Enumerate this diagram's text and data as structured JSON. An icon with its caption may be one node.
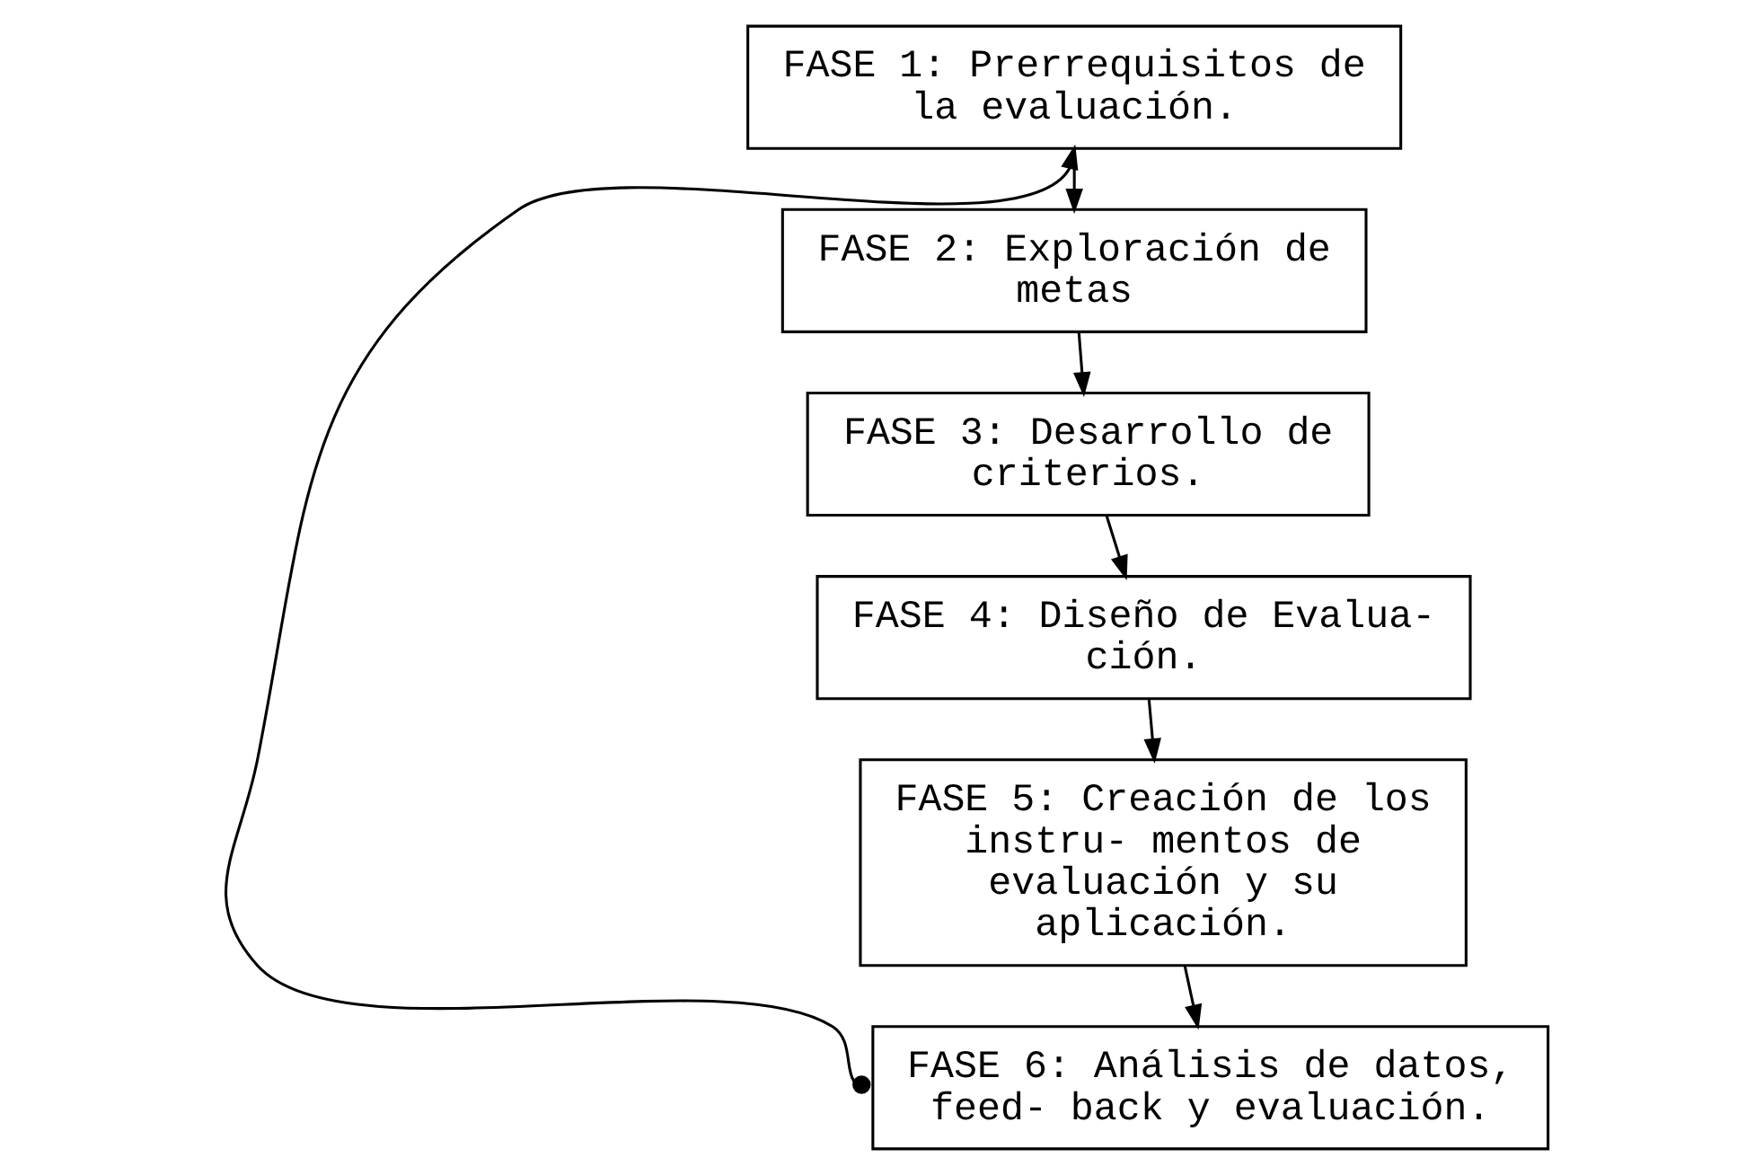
{
  "diagram": {
    "nodes": [
      {
        "text": [
          "FASE 1: Prerrequisitos de la evaluación."
        ]
      },
      {
        "text": [
          "FASE 2: Exploración de metas"
        ]
      },
      {
        "text": [
          "FASE 3: Desarrollo de criterios."
        ]
      },
      {
        "text": [
          "FASE 4: Diseño de Evalua- ción."
        ]
      },
      {
        "text": [
          "FASE 5: Creación de los instru- mentos de evaluación y su aplicación."
        ]
      },
      {
        "text": [
          "FASE 6: Análisis de datos, feed- back y evaluación."
        ]
      }
    ],
    "edges": [
      {
        "from": 0,
        "to": 1,
        "arrow": "to"
      },
      {
        "from": 1,
        "to": 2,
        "arrow": "to"
      },
      {
        "from": 2,
        "to": 3,
        "arrow": "to"
      },
      {
        "from": 3,
        "to": 4,
        "arrow": "to"
      },
      {
        "from": 4,
        "to": 5,
        "arrow": "to"
      },
      {
        "from": 5,
        "to": 0,
        "arrow": "to"
      }
    ]
  }
}
